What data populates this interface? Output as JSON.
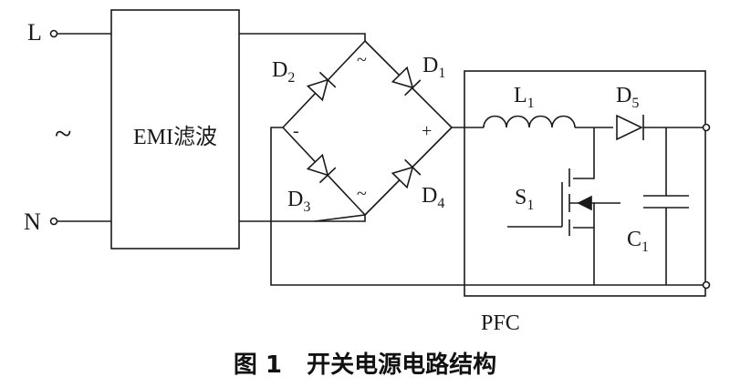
{
  "terminals": {
    "line": "L",
    "neutral": "N",
    "ac_symbol": "~"
  },
  "emi_block": {
    "label": "EMI滤波"
  },
  "bridge": {
    "d1": {
      "letter": "D",
      "sub": "1"
    },
    "d2": {
      "letter": "D",
      "sub": "2"
    },
    "d3": {
      "letter": "D",
      "sub": "3"
    },
    "d4": {
      "letter": "D",
      "sub": "4"
    },
    "ac_top": "~",
    "ac_bottom": "~",
    "minus": "-",
    "plus": "+"
  },
  "pfc": {
    "label": "PFC",
    "inductor": {
      "letter": "L",
      "sub": "1"
    },
    "diode": {
      "letter": "D",
      "sub": "5"
    },
    "switch": {
      "letter": "S",
      "sub": "1"
    },
    "capacitor": {
      "letter": "C",
      "sub": "1"
    }
  },
  "caption": "图 1   开关电源电路结构"
}
